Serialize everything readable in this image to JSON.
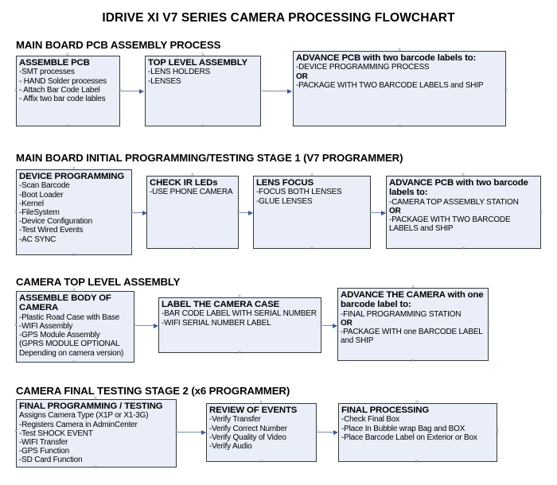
{
  "document": {
    "title": "IDRIVE XI V7 SERIES CAMERA PROCESSING FLOWCHART"
  },
  "sections": [
    {
      "title": "MAIN BOARD PCB ASSEMBLY PROCESS",
      "boxes": [
        {
          "head": "ASSEMBLE PCB",
          "lines": [
            "-SMT processes",
            "- HAND Solder processes",
            "- Attach Bar Code Label",
            "- Affix two bar code lables"
          ]
        },
        {
          "head": "TOP LEVEL ASSEMBLY",
          "lines": [
            "-LENS HOLDERS",
            "-LENSES"
          ]
        },
        {
          "head": "ADVANCE PCB with two barcode labels to:",
          "lines": [
            "-DEVICE PROGRAMMING PROCESS",
            "OR",
            "-PACKAGE WITH TWO BARCODE LABELS and SHIP"
          ],
          "bold_lines": [
            1
          ]
        }
      ]
    },
    {
      "title": "MAIN BOARD INITIAL PROGRAMMING/TESTING STAGE 1 (V7 PROGRAMMER)",
      "boxes": [
        {
          "head": "DEVICE PROGRAMMING",
          "lines": [
            "-Scan Barcode",
            "-Boot Loader",
            "-Kernel",
            "-FileSystem",
            "-Device Configuration",
            "-Test Wired Events",
            "-AC SYNC"
          ]
        },
        {
          "head": "CHECK IR LEDs",
          "lines": [
            "-USE PHONE CAMERA"
          ]
        },
        {
          "head": "LENS FOCUS",
          "lines": [
            "-FOCUS BOTH LENSES",
            "-GLUE LENSES"
          ]
        },
        {
          "head": "ADVANCE PCB with two barcode labels to:",
          "lines": [
            "-CAMERA TOP ASSEMBLY STATION",
            "OR",
            "-PACKAGE WITH TWO BARCODE LABELS and SHIP"
          ],
          "bold_lines": [
            1
          ]
        }
      ]
    },
    {
      "title": "CAMERA TOP LEVEL ASSEMBLY",
      "boxes": [
        {
          "head": "ASSEMBLE BODY OF CAMERA",
          "lines": [
            "-Plastic Road Case with Base",
            "-WIFI Assembly",
            "-GPS Module Assembly",
            "(GPRS MODULE OPTIONAL",
            "Depending on camera version)"
          ]
        },
        {
          "head": "LABEL THE CAMERA CASE",
          "lines": [
            "-BAR CODE LABEL WITH SERIAL NUMBER",
            "-WIFI SERIAL NUMBER LABEL"
          ]
        },
        {
          "head": "ADVANCE THE CAMERA with one barcode label to:",
          "lines": [
            "-FINAL PROGRAMMING STATION",
            "OR",
            "-PACKAGE WITH one BARCODE LABEL and SHIP"
          ],
          "bold_lines": [
            1
          ]
        }
      ]
    },
    {
      "title": "CAMERA FINAL TESTING STAGE 2 (x6 PROGRAMMER)",
      "boxes": [
        {
          "head": "FINAL PROGRAMMING / TESTING",
          "lines": [
            "Assigns Camera Type (X1P or X1-3G)",
            "-Registers Camera in AdminCenter",
            "-Test SHOCK EVENT",
            "-WIFI Transfer",
            "-GPS Function",
            "-SD Card Function"
          ]
        },
        {
          "head": "REVIEW OF EVENTS",
          "lines": [
            "-Verify Transfer",
            "-Verify Correct Number",
            "-Verify Quality of Video",
            "-Verify Audio"
          ]
        },
        {
          "head": "FINAL PROCESSING",
          "lines": [
            " -Check Final Box",
            "-Place In Bubble wrap Bag and BOX",
            "-Place Barcode Label on Exterior or Box"
          ]
        }
      ]
    }
  ],
  "colors": {
    "box_fill": "#e9eef8",
    "box_border": "#3a3a3a",
    "connector": "#7d8ca6",
    "arrowhead": "#3b5b9e"
  }
}
